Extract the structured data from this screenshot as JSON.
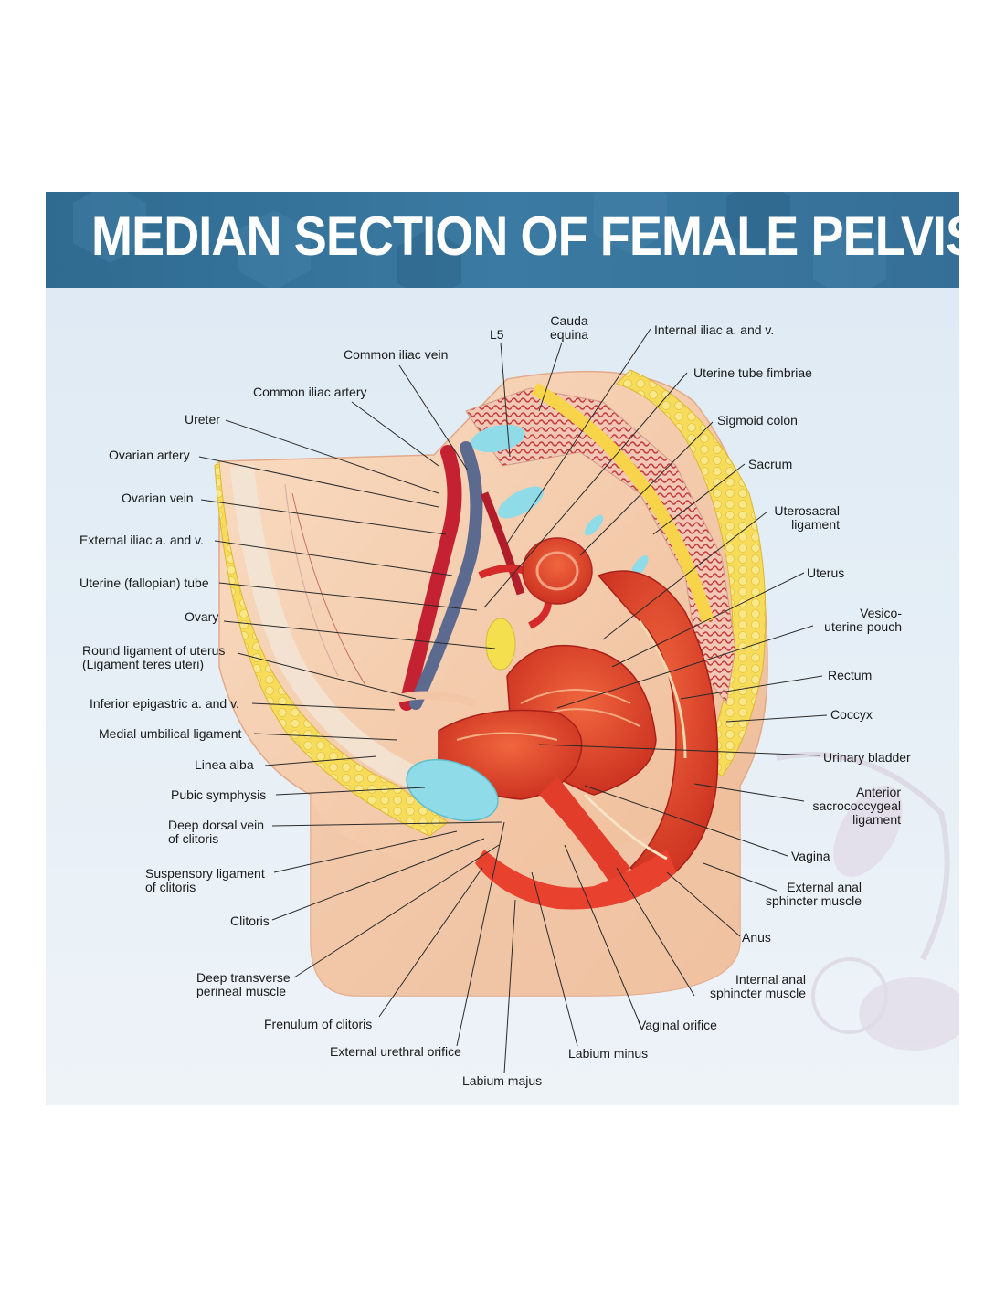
{
  "title": "MEDIAN SECTION OF FEMALE PELVIS",
  "colors": {
    "header": "#3b7aa2",
    "background": "#e1ecf5",
    "fat": "#f4d64e",
    "skin": "#f6cfae",
    "muscle": "#e0402a",
    "cartilage": "#8fdbe8"
  },
  "labels": {
    "l5": "L5",
    "cauda_equina": [
      "Cauda",
      "equina"
    ],
    "internal_iliac": "Internal iliac a. and v.",
    "common_iliac_vein": "Common iliac vein",
    "uterine_tube_fimbriae": "Uterine tube fimbriae",
    "common_iliac_artery": "Common iliac artery",
    "ureter": "Ureter",
    "sigmoid_colon": "Sigmoid colon",
    "ovarian_artery": "Ovarian artery",
    "sacrum": "Sacrum",
    "ovarian_vein": "Ovarian vein",
    "uterosacral_ligament": [
      "Uterosacral",
      "ligament"
    ],
    "external_iliac": "External iliac a. and v.",
    "uterus": "Uterus",
    "uterine_tube": "Uterine (fallopian) tube",
    "vesico_uterine_pouch": [
      "Vesico-",
      "uterine pouch"
    ],
    "ovary": "Ovary",
    "round_ligament": [
      "Round ligament of uterus",
      "(Ligament teres uteri)"
    ],
    "rectum": "Rectum",
    "inferior_epigastric": "Inferior epigastric a. and v.",
    "coccyx": "Coccyx",
    "medial_umbilical_ligament": "Medial umbilical ligament",
    "urinary_bladder": "Urinary bladder",
    "linea_alba": "Linea alba",
    "anterior_sacrococcygeal": [
      "Anterior",
      "sacrococcygeal",
      "ligament"
    ],
    "pubic_symphysis": "Pubic symphysis",
    "deep_dorsal_vein": [
      "Deep dorsal vein",
      "of clitoris"
    ],
    "vagina": "Vagina",
    "suspensory_ligament": [
      "Suspensory ligament",
      "of clitoris"
    ],
    "external_anal_sphincter": [
      "External anal",
      "sphincter muscle"
    ],
    "clitoris": "Clitoris",
    "anus": "Anus",
    "deep_transverse_perineal": [
      "Deep transverse",
      "perineal muscle"
    ],
    "internal_anal_sphincter": [
      "Internal anal",
      "sphincter muscle"
    ],
    "frenulum": "Frenulum of clitoris",
    "vaginal_orifice": "Vaginal orifice",
    "external_urethral_orifice": "External urethral orifice",
    "labium_minus": "Labium minus",
    "labium_majus": "Labium majus"
  }
}
